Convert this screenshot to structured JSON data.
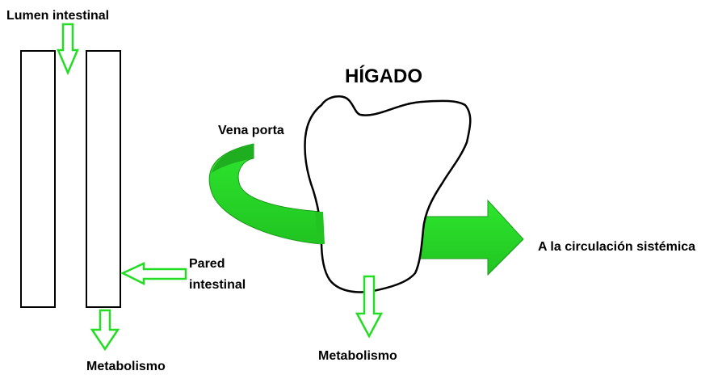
{
  "labels": {
    "lumen": "Lumen intestinal",
    "liver_title": "HÍGADO",
    "portal_vein": "Vena porta",
    "wall_line1": "Pared",
    "wall_line2": "intestinal",
    "systemic": "A la circulación sistémica",
    "metabolism_gut": "Metabolismo",
    "metabolism_liver": "Metabolismo"
  },
  "colors": {
    "arrow_outline": "#22dd22",
    "arrow_fill": "#22ee22",
    "arrow_fill_dark": "#1fae1f",
    "stroke": "#000000"
  }
}
